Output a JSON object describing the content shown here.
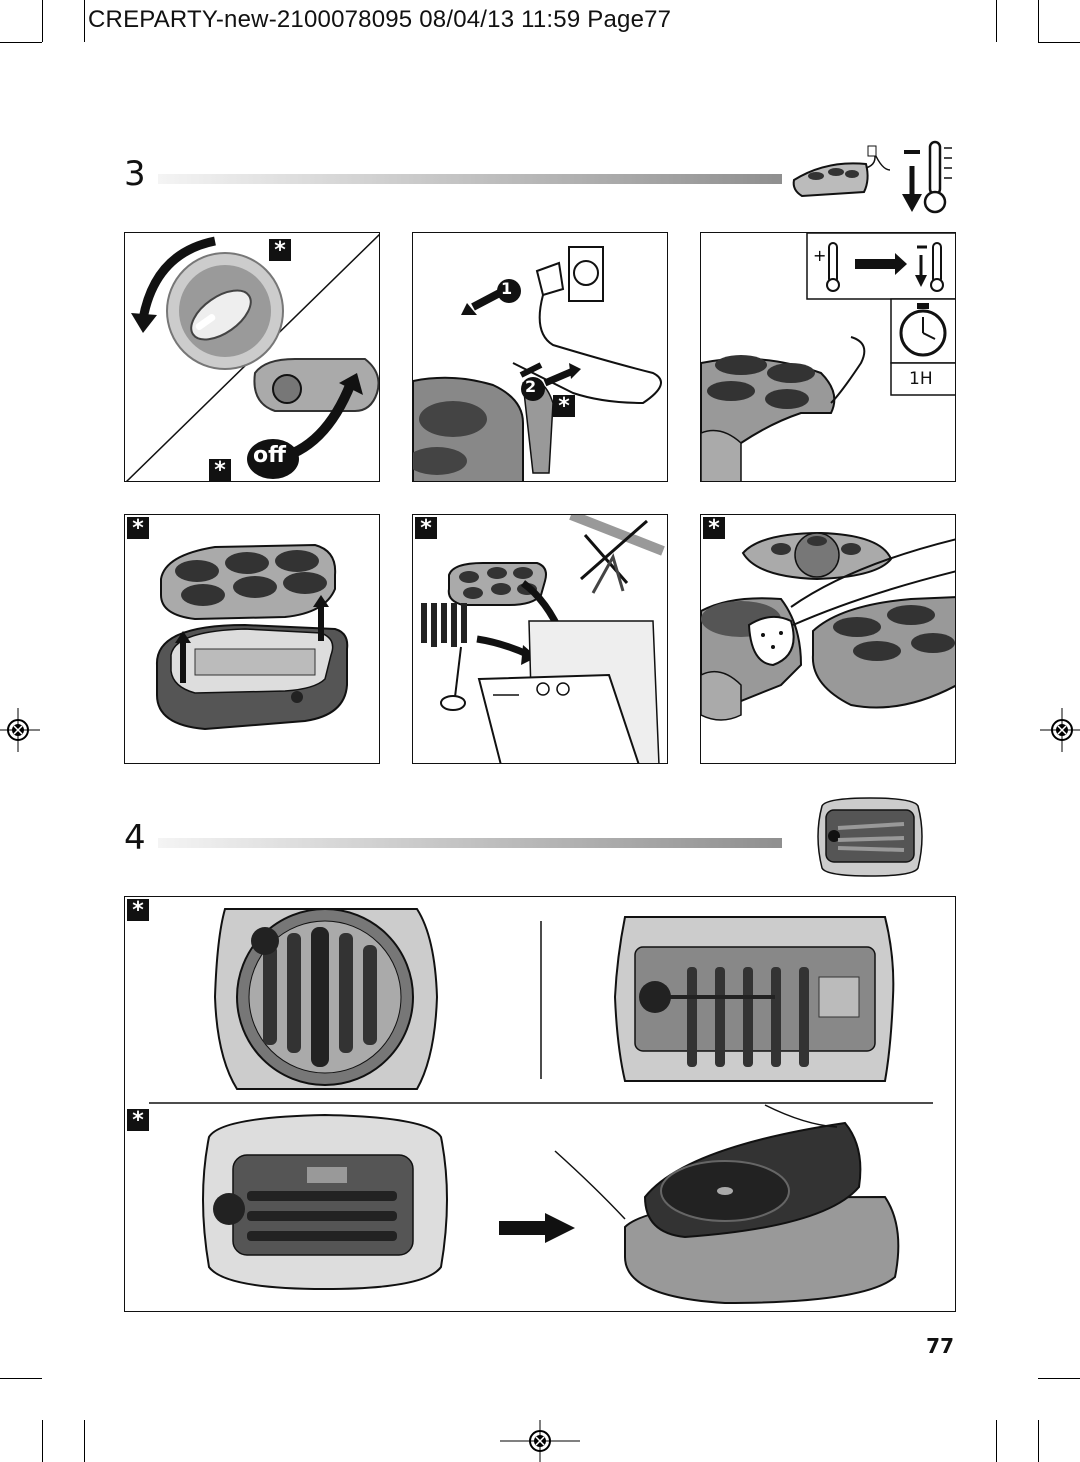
{
  "header": {
    "text": "CREPARTY-new-2100078095  08/04/13  11:59  Page77"
  },
  "sections": [
    {
      "number": "3"
    },
    {
      "number": "4"
    }
  ],
  "step3": {
    "panel1": {
      "star": "*",
      "star2": "*",
      "off_label": "off"
    },
    "panel2": {
      "step1": "1",
      "step2": "2",
      "star": "*"
    },
    "panel3": {
      "duration": "1H"
    },
    "panel4": {
      "star": "*"
    },
    "panel5": {
      "star": "*"
    },
    "panel6": {
      "star": "*"
    }
  },
  "step4": {
    "panelA": {
      "star": "*"
    },
    "panelB": {
      "star": "*"
    }
  },
  "page_number": "77"
}
